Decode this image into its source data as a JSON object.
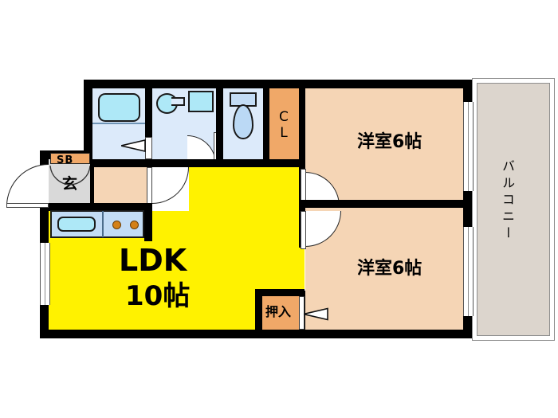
{
  "plan": {
    "type": "japanese-floor-plan",
    "layout_code": "2LDK",
    "colors": {
      "ldk": "#FFF200",
      "room": "#F5D5B5",
      "wet_area": "#DCEAFA",
      "closet": "#F0A868",
      "entry": "#D9D9D9",
      "balcony": "#DCD5CD",
      "wall": "#000000",
      "fixture": "#AEE8F7"
    },
    "rooms": [
      {
        "id": "ldk",
        "label": "LDK",
        "size_label": "10帖",
        "fill": "ldk"
      },
      {
        "id": "washitsu1",
        "label": "洋室6帖",
        "fill": "room"
      },
      {
        "id": "washitsu2",
        "label": "洋室6帖",
        "fill": "room"
      },
      {
        "id": "closet",
        "label": "CL",
        "fill": "closet"
      },
      {
        "id": "oshiire",
        "label": "押入",
        "fill": "closet"
      },
      {
        "id": "shoebox",
        "label": "SB",
        "fill": "closet"
      },
      {
        "id": "genkan",
        "label": "玄",
        "fill": "entry"
      },
      {
        "id": "balcony",
        "label": "バルコニー",
        "fill": "balcony"
      }
    ],
    "fixtures": [
      {
        "name": "bathtub",
        "room": "bath"
      },
      {
        "name": "washbasin",
        "room": "washroom"
      },
      {
        "name": "washer-space",
        "room": "washroom"
      },
      {
        "name": "toilet",
        "room": "toilet"
      },
      {
        "name": "kitchen-sink",
        "room": "ldk"
      },
      {
        "name": "gas-stove",
        "room": "ldk",
        "burners": 2
      }
    ]
  },
  "labels": {
    "ldk": "LDK",
    "ldk_size": "10帖",
    "room_a": "洋室6帖",
    "room_b": "洋室6帖",
    "cl_line1": "C",
    "cl_line2": "L",
    "oshiire": "押入",
    "shoebox": "SB",
    "genkan": "玄",
    "balcony": "バルコニー"
  }
}
